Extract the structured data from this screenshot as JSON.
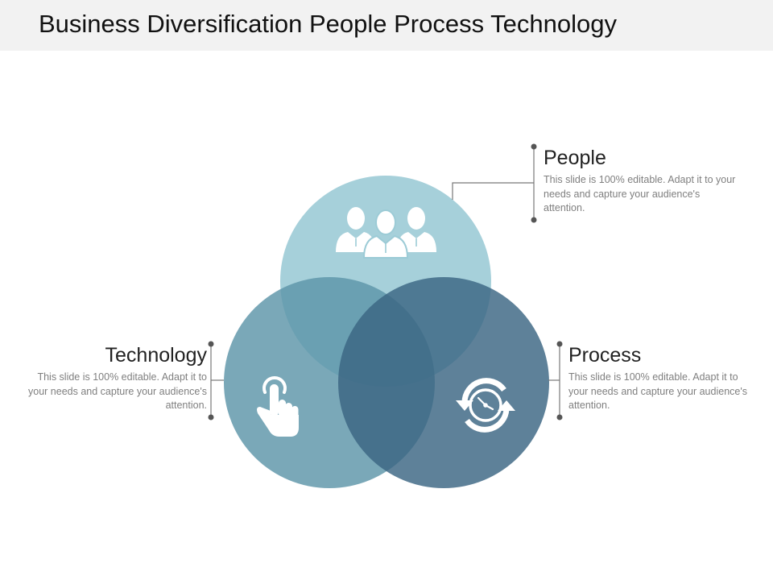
{
  "title": "Business Diversification People Process Technology",
  "colors": {
    "title_bar": "#f2f2f2",
    "people": "#9ccbd6",
    "technology": "#6ea4b5",
    "process": "#466f8b",
    "connector": "#666666",
    "icon": "#ffffff"
  },
  "sections": {
    "people": {
      "heading": "People",
      "body": "This slide is 100% editable. Adapt it to your needs and capture your audience's attention.",
      "icon": "users-icon"
    },
    "process": {
      "heading": "Process",
      "body": "This slide is 100% editable. Adapt it to your needs and capture your audience's attention.",
      "icon": "refresh-clock-icon"
    },
    "technology": {
      "heading": "Technology",
      "body": "This slide is 100% editable. Adapt it to your needs and capture your audience's attention.",
      "icon": "touch-hand-icon"
    }
  }
}
